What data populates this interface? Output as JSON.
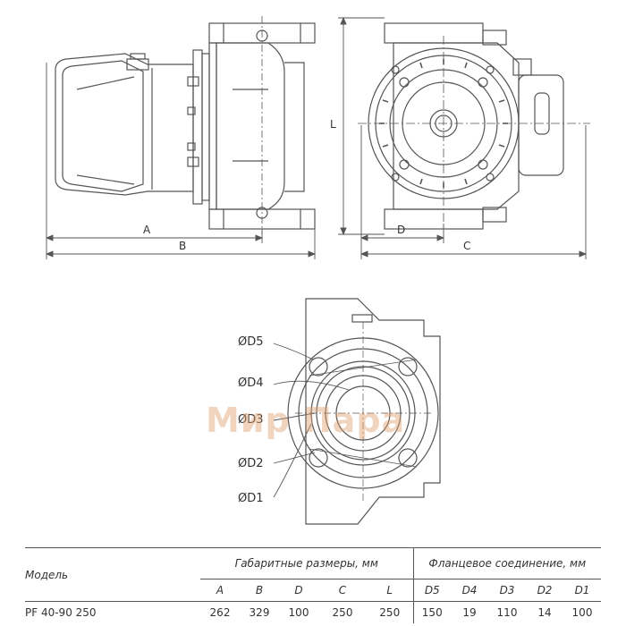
{
  "views": {
    "side": {
      "dimensions": {
        "a_label": "A",
        "b_label": "B"
      }
    },
    "front": {
      "dimensions": {
        "l_label": "L",
        "d_label": "D",
        "c_label": "C"
      }
    },
    "flange": {
      "callouts": [
        {
          "label": "ØD5"
        },
        {
          "label": "ØD4"
        },
        {
          "label": "ØD3"
        },
        {
          "label": "ØD2"
        },
        {
          "label": "ØD1"
        }
      ]
    }
  },
  "watermark": {
    "text": "Мир Пара",
    "color": "#e0a06e"
  },
  "spec_table": {
    "model_header": "Модель",
    "group_headers": {
      "overall": "Габаритные размеры, мм",
      "flange": "Фланцевое соединение, мм"
    },
    "columns": [
      "A",
      "B",
      "D",
      "C",
      "L",
      "D5",
      "D4",
      "D3",
      "D2",
      "D1"
    ],
    "rows": [
      {
        "model": "PF 40-90 250",
        "values": [
          "262",
          "329",
          "100",
          "250",
          "250",
          "150",
          "19",
          "110",
          "14",
          "100"
        ]
      }
    ]
  }
}
